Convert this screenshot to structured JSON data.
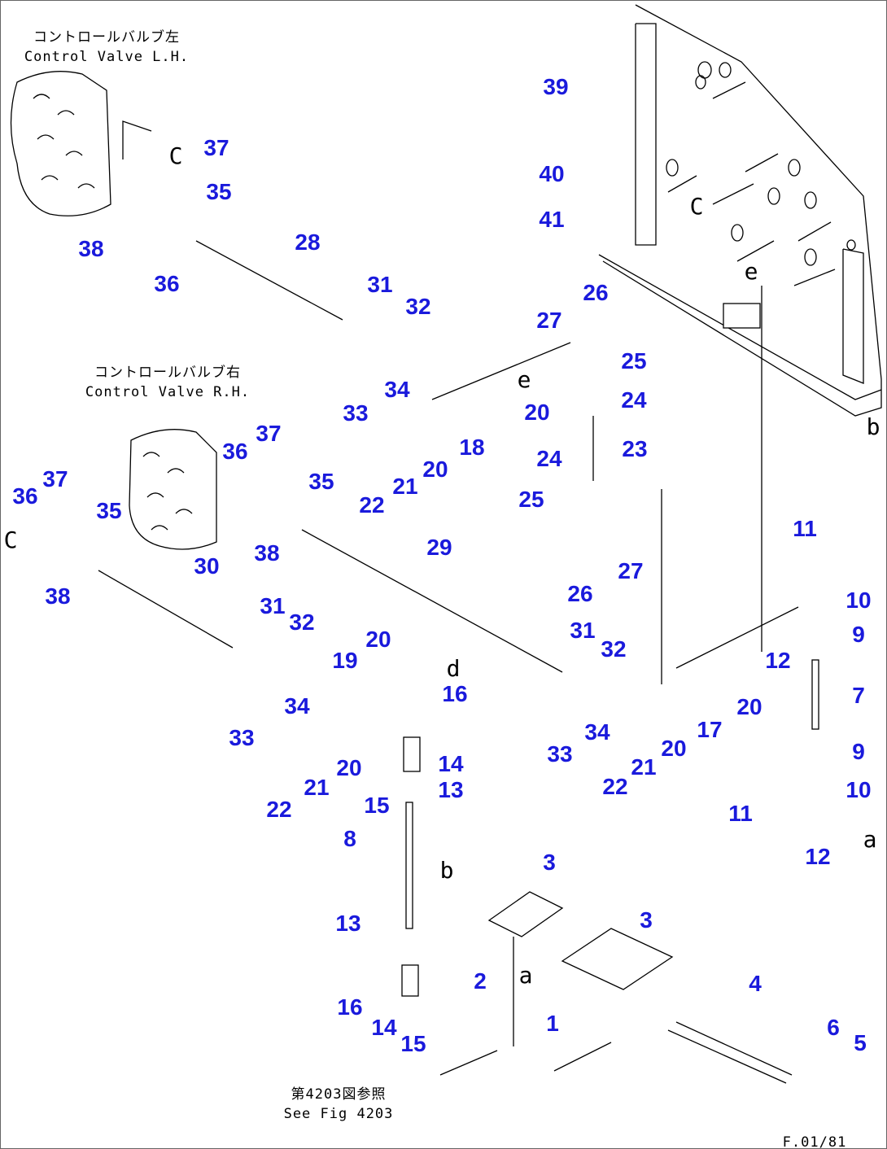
{
  "captions": {
    "valve_lh_jp": "コントロールバルブ左",
    "valve_lh_en": "Control Valve L.H.",
    "valve_rh_jp": "コントロールバルブ右",
    "valve_rh_en": "Control Valve R.H.",
    "see_fig_jp": "第4203図参照",
    "see_fig_en": "See Fig 4203",
    "figure_code": "F.01/81"
  },
  "callouts": [
    "39",
    "40",
    "41",
    "37",
    "35",
    "38",
    "36",
    "28",
    "31",
    "32",
    "26",
    "27",
    "25",
    "24",
    "34",
    "33",
    "20",
    "18",
    "23",
    "20",
    "21",
    "22",
    "24",
    "37",
    "36",
    "35",
    "36",
    "37",
    "35",
    "25",
    "38",
    "30",
    "29",
    "27",
    "26",
    "38",
    "11",
    "10",
    "31",
    "32",
    "31",
    "32",
    "9",
    "12",
    "20",
    "19",
    "16",
    "7",
    "34",
    "20",
    "17",
    "34",
    "33",
    "33",
    "20",
    "9",
    "14",
    "21",
    "20",
    "13",
    "21",
    "22",
    "10",
    "11",
    "15",
    "22",
    "12",
    "8",
    "3",
    "3",
    "13",
    "2",
    "4",
    "16",
    "1",
    "14",
    "6",
    "5",
    "15"
  ],
  "reference_letters": [
    "C",
    "C",
    "e",
    "e",
    "b",
    "C",
    "d",
    "a",
    "b",
    "a"
  ]
}
